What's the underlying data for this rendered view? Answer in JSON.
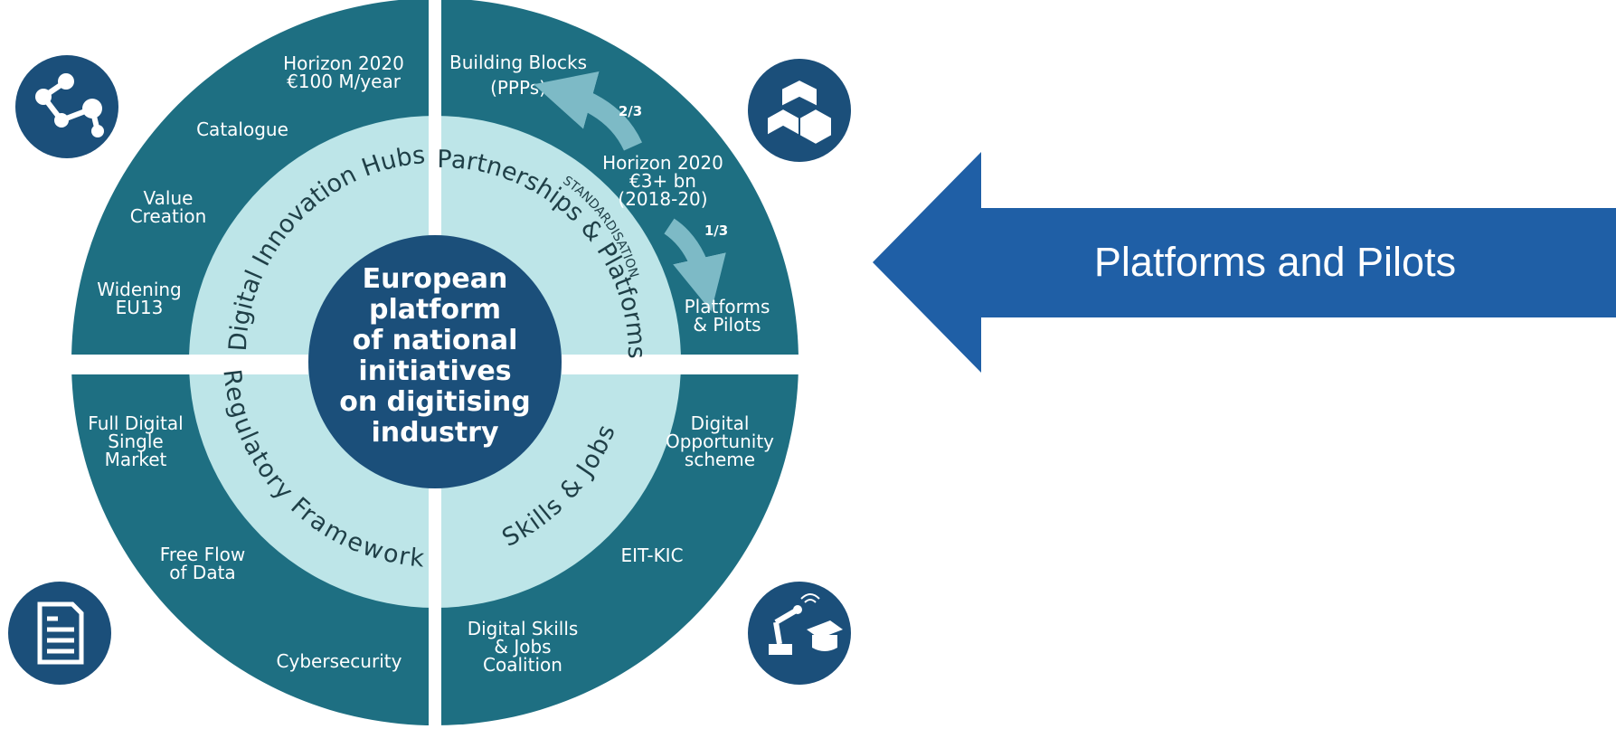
{
  "center": {
    "lines": [
      "European",
      "platform",
      "of national",
      "initiatives",
      "on digitising",
      "industry"
    ]
  },
  "ring": {
    "digital_innovation_hubs": "Digital Innovation Hubs",
    "partnerships_platforms": "Partnerships & Platforms",
    "regulatory_framework": "Regulatory Framework",
    "skills_jobs": "Skills & Jobs"
  },
  "standardisation": "STANDARDISATION",
  "outer": {
    "horizon_100m": [
      "Horizon 2020",
      "€100 M/year"
    ],
    "catalogue": [
      "Catalogue"
    ],
    "value_creation": [
      "Value",
      "Creation"
    ],
    "widening": [
      "Widening",
      "EU13"
    ],
    "building_blocks": [
      "Building Blocks",
      "(PPPs)"
    ],
    "horizon_3bn": [
      "Horizon 2020",
      "€3+ bn",
      "(2018-20)"
    ],
    "platforms_pilots": [
      "Platforms",
      "& Pilots"
    ],
    "full_digital": [
      "Full Digital",
      "Single",
      "Market"
    ],
    "free_flow": [
      "Free Flow",
      "of Data"
    ],
    "cybersecurity": [
      "Cybersecurity"
    ],
    "digital_opportunity": [
      "Digital",
      "Opportunity",
      "scheme"
    ],
    "eit_kic": [
      "EIT-KIC"
    ],
    "digital_skills": [
      "Digital Skills",
      "& Jobs",
      "Coalition"
    ]
  },
  "fractions": {
    "two_thirds": "2/3",
    "one_third": "1/3"
  },
  "callout": {
    "label": "Platforms and Pilots"
  },
  "icons": {
    "top_left": "network-nodes-icon",
    "top_right": "cubes-icon",
    "bottom_left": "document-icon",
    "bottom_right": "robot-arm-graduation-cap-icon"
  },
  "colors": {
    "outer_ring": "#1e6f82",
    "inner_ring": "#bde5e8",
    "center": "#1b4f7a",
    "icon_circle": "#1b4f7a",
    "arrow": "#1f5fa6",
    "flow_arrow": "#7dbac6"
  }
}
